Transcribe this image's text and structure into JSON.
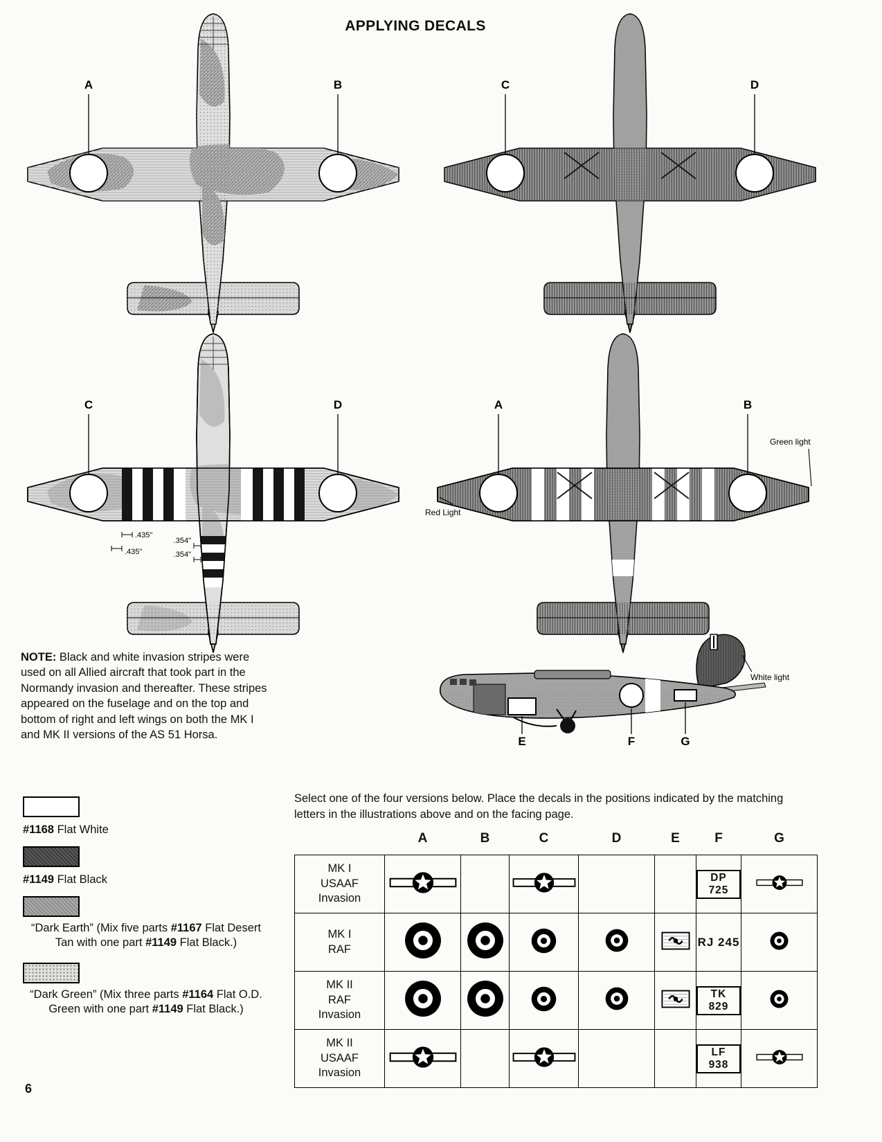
{
  "page": {
    "title": "APPLYING DECALS",
    "page_number": "6"
  },
  "planes": {
    "top_left": {
      "label_left": "A",
      "label_right": "B"
    },
    "top_right": {
      "label_left": "C",
      "label_right": "D"
    },
    "mid_left": {
      "label_left": "C",
      "label_right": "D",
      "dims": {
        "wing1": ".435\"",
        "wing2": ".435\"",
        "fus1": ".354\"",
        "fus2": ".354\""
      }
    },
    "mid_right": {
      "label_left": "A",
      "label_right": "B",
      "green_light": "Green light",
      "red_light": "Red Light"
    },
    "side": {
      "label_e": "E",
      "label_f": "F",
      "label_g": "G",
      "white_light": "White light"
    }
  },
  "note": {
    "heading": "NOTE:",
    "body": " Black and white invasion stripes were used on all Allied aircraft that took part in the Normandy invasion and thereafter. These stripes appeared on the fuselage and on the top and bottom of right and left wings on both the MK I and MK II versions of the AS 51 Horsa."
  },
  "paints": [
    {
      "code": "#1168",
      "rest": " Flat White"
    },
    {
      "code": "#1149",
      "rest": " Flat Black"
    },
    {
      "pre": "“Dark Earth” (Mix five parts ",
      "code1": "#1167",
      "mid": " Flat Desert Tan with one part ",
      "code2": "#1149",
      "post": " Flat Black.)"
    },
    {
      "pre": "“Dark Green” (Mix three parts ",
      "code1": "#1164",
      "mid": " Flat O.D. Green with one part ",
      "code2": "#1149",
      "post": " Flat Black.)"
    }
  ],
  "select_text": "Select one of the four versions below. Place the decals in the positions indicated by the matching letters in the illustrations above and on the facing page.",
  "decal_table": {
    "columns": [
      "A",
      "B",
      "C",
      "D",
      "E",
      "F",
      "G"
    ],
    "rows": [
      {
        "version": "MK I\nUSAAF\nInvasion",
        "a": "us-star-bar",
        "b": "",
        "c": "us-star-bar",
        "d": "",
        "e": "",
        "f": {
          "text": "DP 725",
          "boxed": true
        },
        "g": "us-star-bar"
      },
      {
        "version": "MK I\nRAF",
        "a": "raf-roundel-large",
        "b": "raf-roundel-large",
        "c": "raf-roundel-medium",
        "d": "raf-roundel-medium",
        "e": "emblem",
        "f": {
          "text": "RJ 245",
          "boxed": false
        },
        "g": "raf-roundel-small"
      },
      {
        "version": "MK II\nRAF\nInvasion",
        "a": "raf-roundel-large",
        "b": "raf-roundel-large",
        "c": "raf-roundel-medium",
        "d": "raf-roundel-medium",
        "e": "emblem",
        "f": {
          "text": "TK 829",
          "boxed": true
        },
        "g": "raf-roundel-small"
      },
      {
        "version": "MK II\nUSAAF\nInvasion",
        "a": "us-star-bar",
        "b": "",
        "c": "us-star-bar",
        "d": "",
        "e": "",
        "f": {
          "text": "LF 938",
          "boxed": true
        },
        "g": "us-star-bar"
      }
    ]
  }
}
